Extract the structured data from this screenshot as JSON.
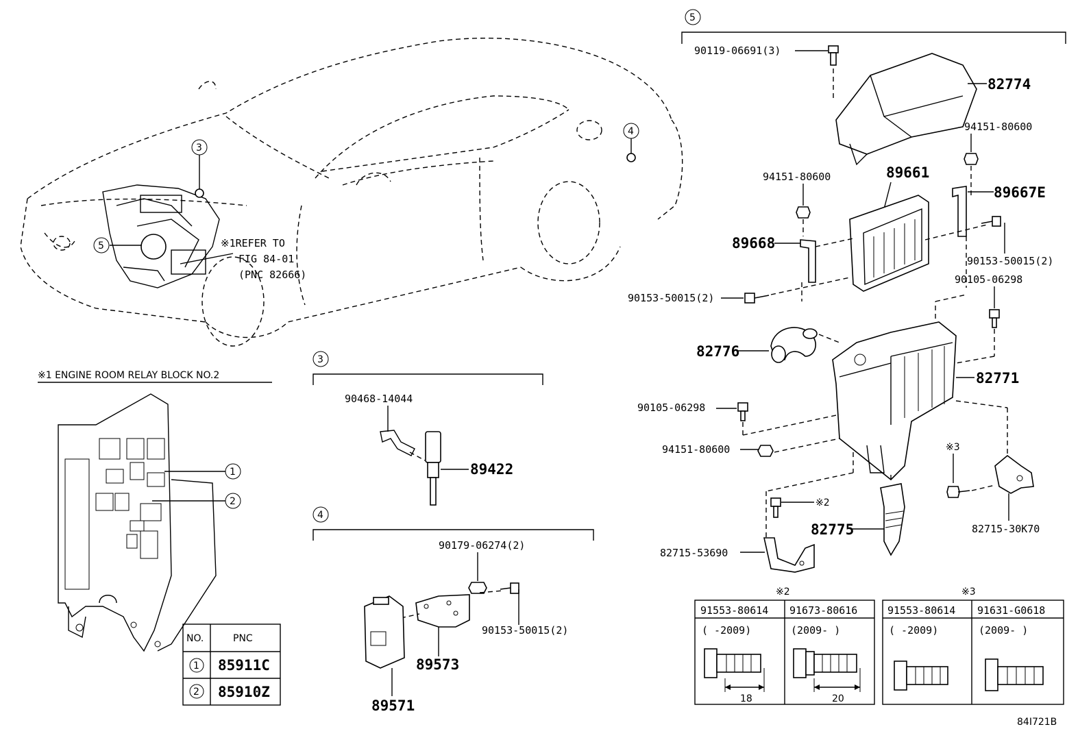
{
  "callouts": {
    "c3": "3",
    "c4": "4",
    "c5": "5",
    "n1": "1",
    "n2": "2"
  },
  "refer": {
    "line1": "※1REFER TO",
    "line2": "FIG 84-01",
    "line3": "(PNC 82666)"
  },
  "relay_title": "※1 ENGINE ROOM RELAY BLOCK  NO.2",
  "relay_table": {
    "headers": [
      "NO.",
      "PNC"
    ],
    "rows": [
      {
        "no": "1",
        "pnc": "85911C"
      },
      {
        "no": "2",
        "pnc": "85910Z"
      }
    ]
  },
  "sec3": {
    "p1": "90468-14044",
    "p2": "89422"
  },
  "sec4": {
    "p1": "90179-06274(2)",
    "p2": "90153-50015(2)",
    "p3": "89573",
    "p4": "89571"
  },
  "sec5": {
    "a": "90119-06691(3)",
    "b": "82774",
    "c": "94151-80600",
    "d": "94151-80600",
    "e": "89661",
    "f": "89667E",
    "g": "89668",
    "h": "90153-50015(2)",
    "i": "90153-50015(2)",
    "j": "90105-06298",
    "k": "82776",
    "l": "82771",
    "m": "90105-06298",
    "n": "94151-80600",
    "o": "※3",
    "p": "※2",
    "q": "82775",
    "r": "82715-53690",
    "s": "82715-30K70"
  },
  "note2": {
    "title": "※2",
    "h1": "91553-80614",
    "h2": "91673-80616",
    "d1": "(    -2009)",
    "d2": "(2009-      )",
    "dim1": "18",
    "dim2": "20"
  },
  "note3": {
    "title": "※3",
    "h1": "91553-80614",
    "h2": "91631-G0618",
    "d1": "(    -2009)",
    "d2": "(2009-      )"
  },
  "figure_code": "84I721B"
}
